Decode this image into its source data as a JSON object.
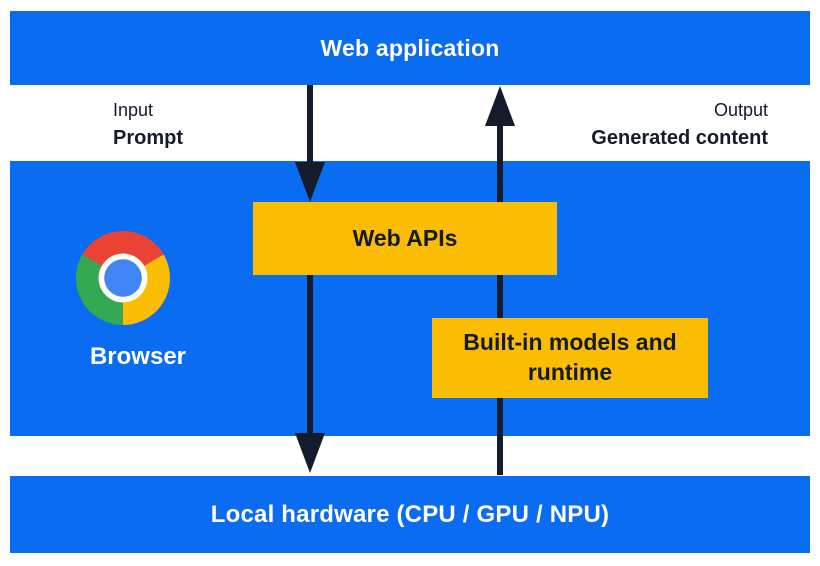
{
  "colors": {
    "panel_blue": "#0a6cf0",
    "box_yellow": "#fbbc04",
    "arrow_navy": "#131b2c",
    "text_white": "#ffffff",
    "chrome_red": "#ea4335",
    "chrome_yellow": "#fbbc04",
    "chrome_green": "#34a853",
    "chrome_center_blue": "#4285f4",
    "chrome_ring_white": "#ffffff"
  },
  "top_bar": {
    "label": "Web application"
  },
  "input_label": {
    "caption": "Input",
    "value": "Prompt"
  },
  "output_label": {
    "caption": "Output",
    "value": "Generated content"
  },
  "browser_panel": {
    "label": "Browser",
    "web_apis_box_label": "Web APIs",
    "builtin_box_label": "Built-in models and runtime"
  },
  "bottom_bar": {
    "label": "Local hardware (CPU / GPU / NPU)"
  }
}
